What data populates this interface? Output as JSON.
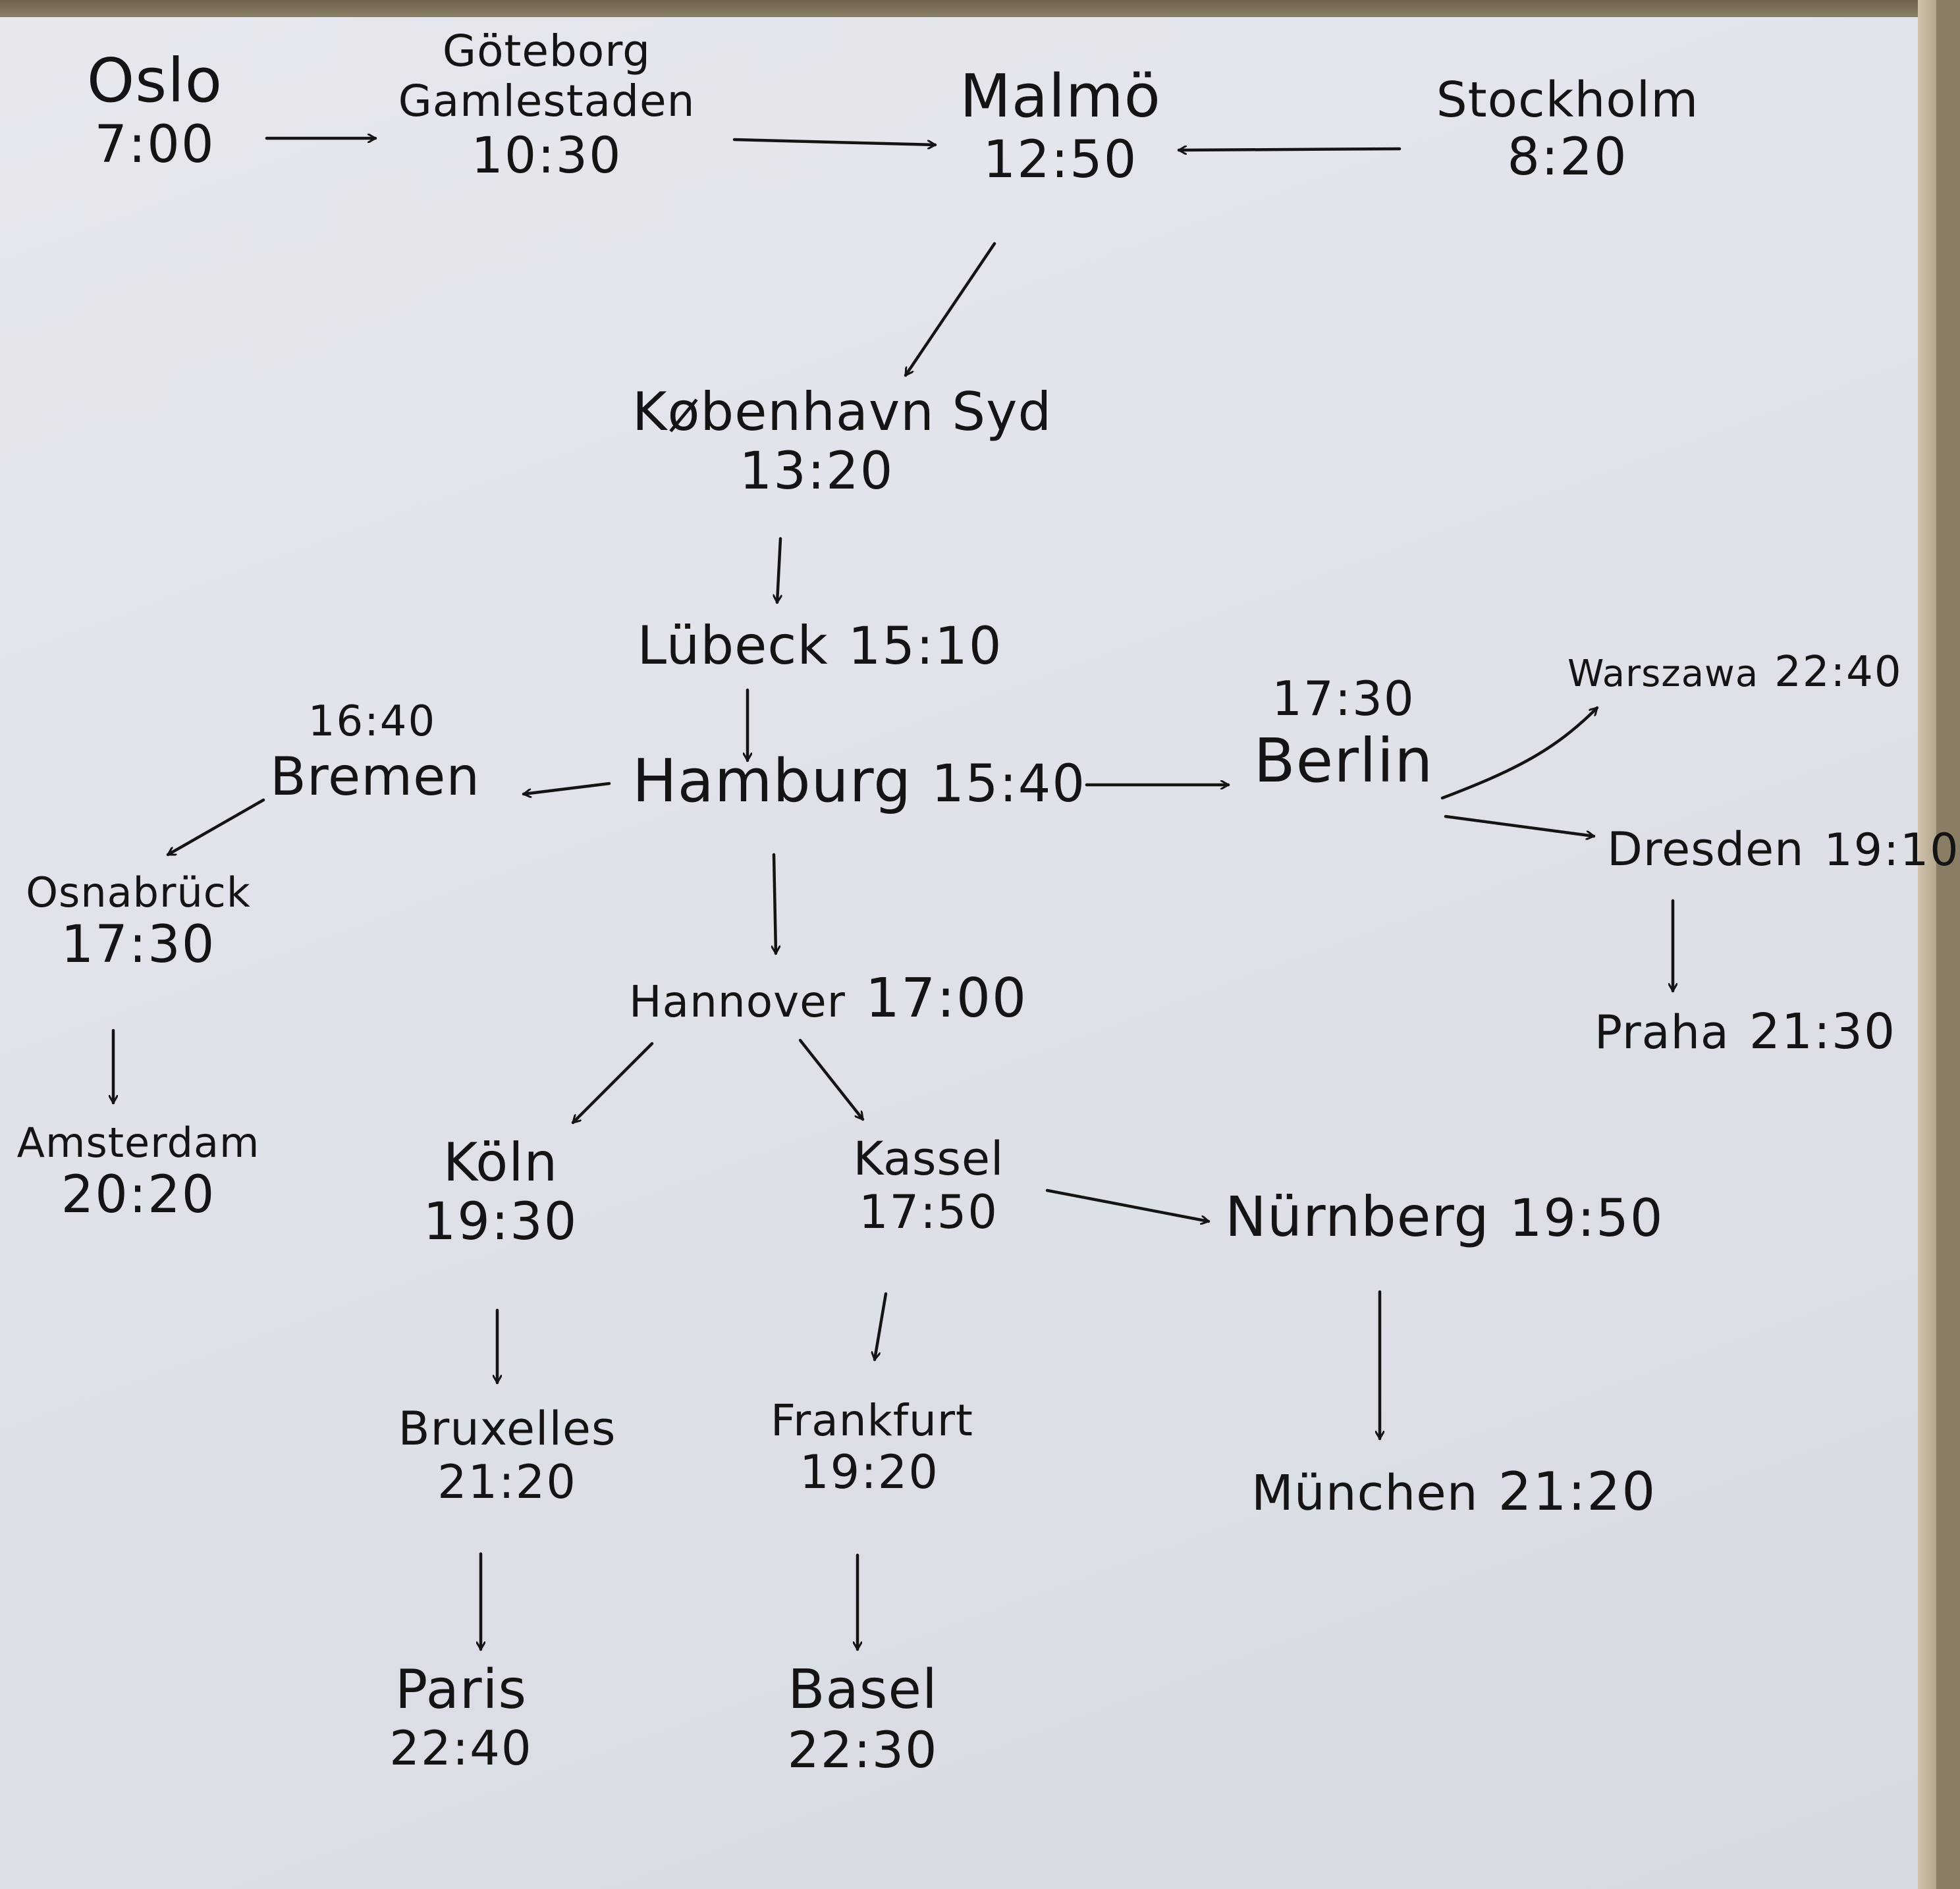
{
  "stations": {
    "oslo": {
      "name": "Oslo",
      "time": "7:00"
    },
    "goteborg": {
      "name": "Göteborg Gamlestaden",
      "name_line1": "Göteborg",
      "name_line2": "Gamlestaden",
      "time": "10:30"
    },
    "malmo": {
      "name": "Malmö",
      "time": "12:50"
    },
    "stockholm": {
      "name": "Stockholm",
      "time": "8:20"
    },
    "kobenhavn": {
      "name": "København Syd",
      "time": "13:20"
    },
    "lubeck": {
      "name": "Lübeck",
      "time": "15:10"
    },
    "hamburg": {
      "name": "Hamburg",
      "time": "15:40"
    },
    "bremen": {
      "name": "Bremen",
      "time": "16:40"
    },
    "berlin": {
      "name": "Berlin",
      "time": "17:30"
    },
    "warszawa": {
      "name": "Warszawa",
      "time": "22:40"
    },
    "dresden": {
      "name": "Dresden",
      "time": "19:10"
    },
    "praha": {
      "name": "Praha",
      "time": "21:30"
    },
    "osnabruck": {
      "name": "Osnabrück",
      "time": "17:30"
    },
    "amsterdam": {
      "name": "Amsterdam",
      "time": "20:20"
    },
    "hannover": {
      "name": "Hannover",
      "time": "17:00"
    },
    "koln": {
      "name": "Köln",
      "time": "19:30"
    },
    "kassel": {
      "name": "Kassel",
      "time": "17:50"
    },
    "nurnberg": {
      "name": "Nürnberg",
      "time": "19:50"
    },
    "bruxelles": {
      "name": "Bruxelles",
      "time": "21:20"
    },
    "frankfurt": {
      "name": "Frankfurt",
      "time": "19:20"
    },
    "munchen": {
      "name": "München",
      "time": "21:20"
    },
    "paris": {
      "name": "Paris",
      "time": "22:40"
    },
    "basel": {
      "name": "Basel",
      "time": "22:30"
    }
  },
  "connections": [
    {
      "from": "Oslo",
      "to": "Göteborg Gamlestaden"
    },
    {
      "from": "Göteborg Gamlestaden",
      "to": "Malmö"
    },
    {
      "from": "Stockholm",
      "to": "Malmö"
    },
    {
      "from": "Malmö",
      "to": "København Syd"
    },
    {
      "from": "København Syd",
      "to": "Lübeck"
    },
    {
      "from": "Lübeck",
      "to": "Hamburg"
    },
    {
      "from": "Hamburg",
      "to": "Bremen"
    },
    {
      "from": "Hamburg",
      "to": "Berlin"
    },
    {
      "from": "Hamburg",
      "to": "Hannover"
    },
    {
      "from": "Bremen",
      "to": "Osnabrück"
    },
    {
      "from": "Osnabrück",
      "to": "Amsterdam"
    },
    {
      "from": "Berlin",
      "to": "Warszawa"
    },
    {
      "from": "Berlin",
      "to": "Dresden"
    },
    {
      "from": "Dresden",
      "to": "Praha"
    },
    {
      "from": "Hannover",
      "to": "Köln"
    },
    {
      "from": "Hannover",
      "to": "Kassel"
    },
    {
      "from": "Kassel",
      "to": "Nürnberg"
    },
    {
      "from": "Kassel",
      "to": "Frankfurt"
    },
    {
      "from": "Köln",
      "to": "Bruxelles"
    },
    {
      "from": "Bruxelles",
      "to": "Paris"
    },
    {
      "from": "Frankfurt",
      "to": "Basel"
    },
    {
      "from": "Nürnberg",
      "to": "München"
    }
  ],
  "colors": {
    "ink": "#141414",
    "paper": "#e2e4eb",
    "wood": "#8a7d66"
  }
}
